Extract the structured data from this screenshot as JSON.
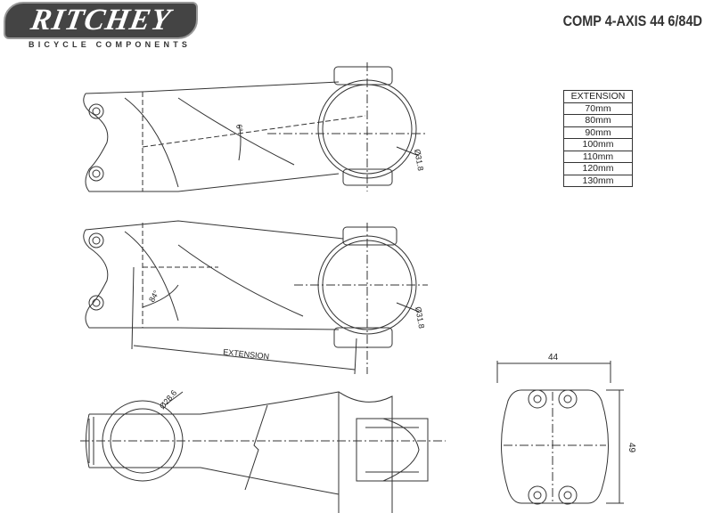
{
  "brand": {
    "logo_text": "RITCHEY",
    "tagline": "BICYCLE COMPONENTS"
  },
  "title": "COMP 4-AXIS 44 6/84D",
  "extension_table": {
    "header": "EXTENSION",
    "rows": [
      "70mm",
      "80mm",
      "90mm",
      "100mm",
      "110mm",
      "120mm",
      "130mm"
    ]
  },
  "dimensions": {
    "rise_angle": "6°",
    "clamp_diameter_top": "Ø31.8",
    "stem_angle": "84°",
    "clamp_diameter_side": "Ø31.8",
    "extension_label": "EXTENSION",
    "steerer_diameter": "Ø28.6",
    "faceplate_width": "44",
    "faceplate_height": "49"
  }
}
